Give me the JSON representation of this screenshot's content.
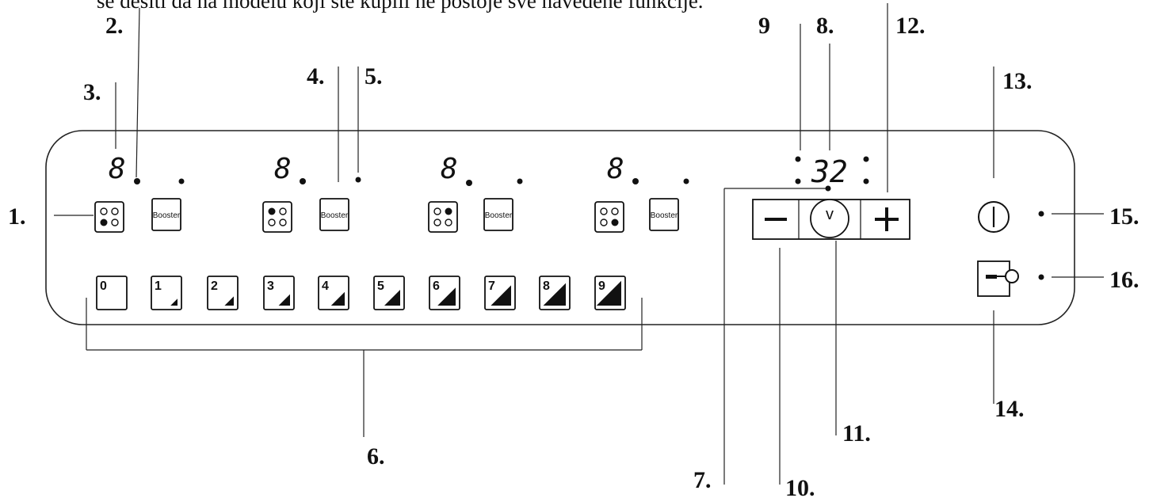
{
  "caption_text": "se desiti da na modelu koji ste kupili ne postoje sve navedene funkcije.",
  "callouts": [
    "1.",
    "2.",
    "3.",
    "4.",
    "5.",
    "6.",
    "7.",
    "8.",
    "9",
    "10.",
    "11.",
    "12.",
    "13.",
    "14.",
    "15.",
    "16."
  ],
  "zone_displays": [
    "8",
    "8",
    "8",
    "8"
  ],
  "booster_label": "Booster",
  "power_levels": [
    "0",
    "1",
    "2",
    "3",
    "4",
    "5",
    "6",
    "7",
    "8",
    "9"
  ],
  "timer": {
    "display": "32",
    "minus_symbol": "−",
    "plus_symbol": "+",
    "clock_symbol": "v"
  },
  "icons": [
    "zone-select-icon",
    "power-icon",
    "key-lock-icon",
    "clock-icon"
  ]
}
